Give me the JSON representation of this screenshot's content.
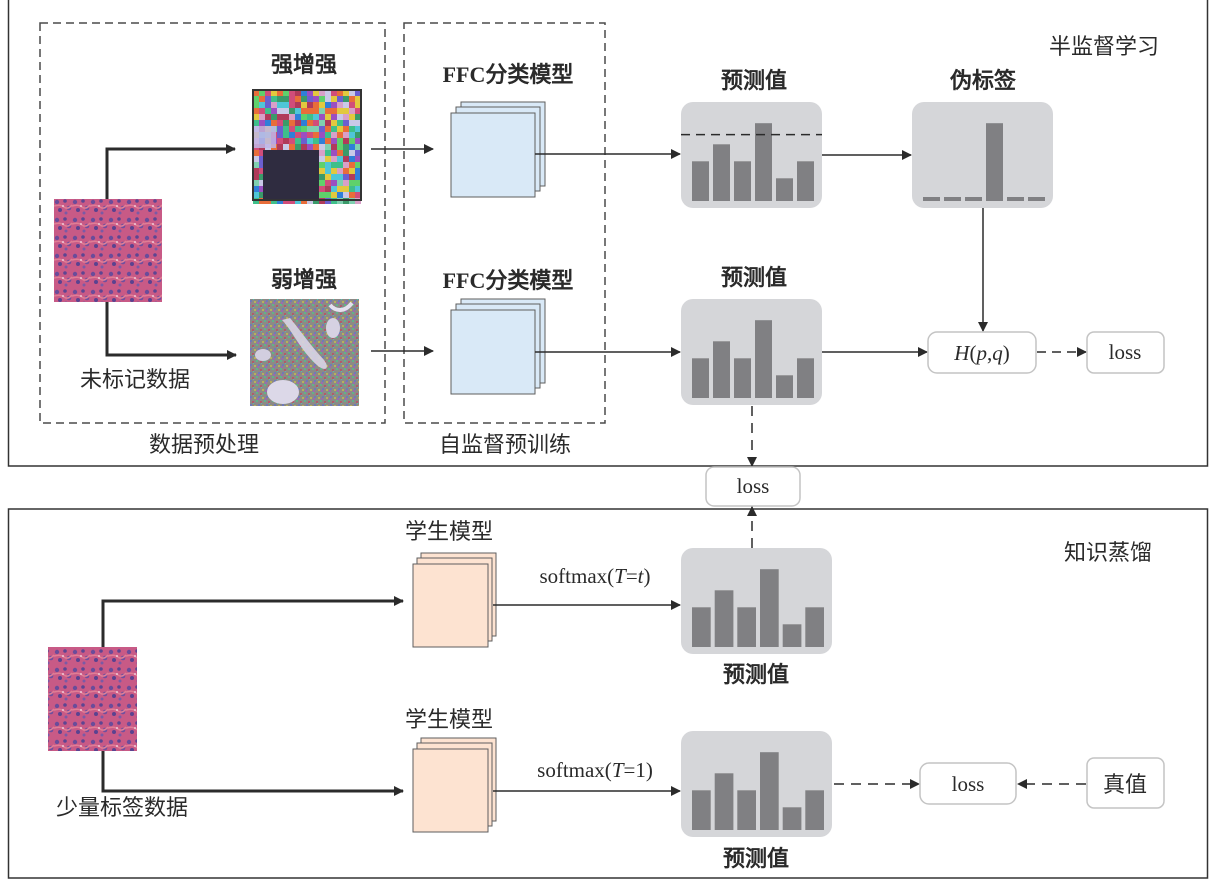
{
  "colors": {
    "stroke": "#2b2b2b",
    "pred_box_bg": "#d5d6d9",
    "bar": "#808083",
    "ffc_fill": "#d9e9f7",
    "student_fill": "#fde3d1",
    "stack_stroke": "#5e5e5e",
    "round_box_border": "#c4c4c4",
    "strong_cutout": "#2f2c40"
  },
  "semi_supervised": {
    "title": "半监督学习",
    "preprocess_label": "数据预处理",
    "pretrain_label": "自监督预训练",
    "unlabeled_data_label": "未标记数据",
    "strong_aug_label": "强增强",
    "weak_aug_label": "弱增强",
    "ffc_model_top_label": "FFC分类模型",
    "ffc_model_bottom_label": "FFC分类模型",
    "pred_top_label": "预测值",
    "pred_bottom_label": "预测值",
    "pseudo_label": "伪标签",
    "cross_entropy": {
      "H": "H",
      "open": "(",
      "p": "p",
      "comma": ",",
      "q": "q",
      "close": ")"
    },
    "loss_label": "loss"
  },
  "middle_loss_label": "loss",
  "distillation": {
    "title": "知识蒸馏",
    "labeled_data_label": "少量标签数据",
    "student_top_label": "学生模型",
    "student_bottom_label": "学生模型",
    "softmax_t": {
      "fn": "softmax(",
      "T": "T",
      "eq": "=",
      "val": "t",
      "close": ")"
    },
    "softmax_1": {
      "fn": "softmax(",
      "T": "T",
      "eq": "=",
      "val": "1",
      "close": ")"
    },
    "pred_top_label": "预测值",
    "pred_bottom_label": "预测值",
    "loss_label": "loss",
    "ground_truth_label": "真值"
  },
  "bar_charts": {
    "prediction": [
      0.49,
      0.7,
      0.49,
      0.96,
      0.28,
      0.49
    ],
    "threshold": 0.82,
    "pseudo_label": [
      0.04,
      0.04,
      0.04,
      0.96,
      0.04,
      0.04
    ]
  }
}
